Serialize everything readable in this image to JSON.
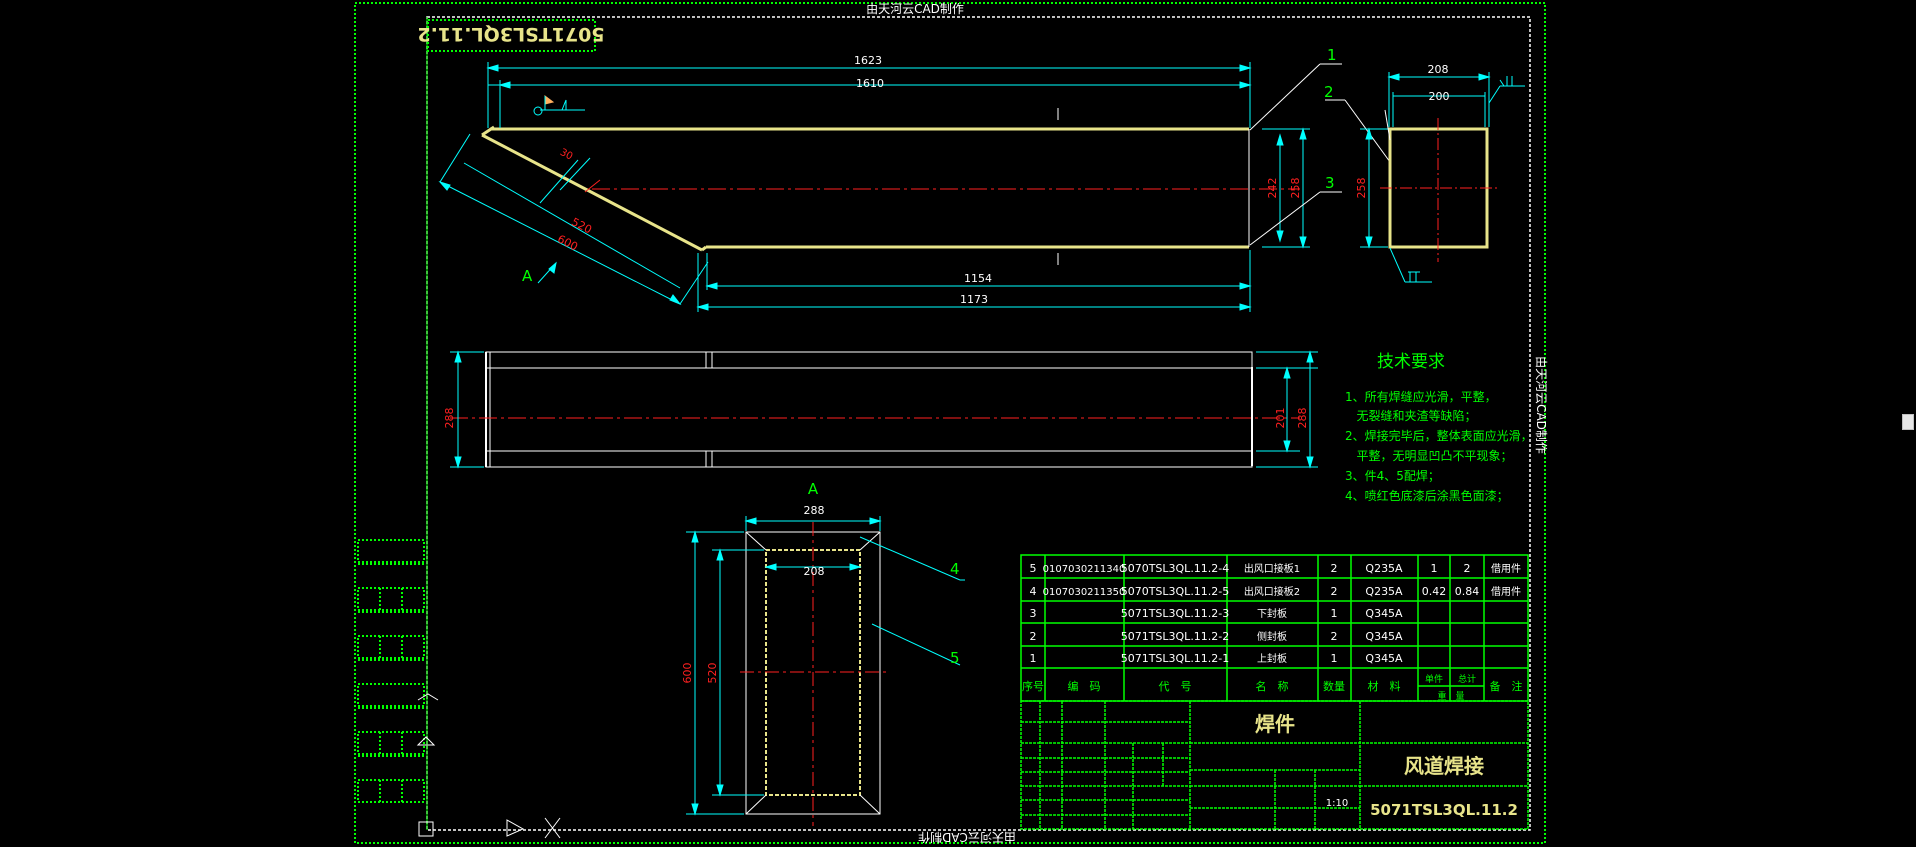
{
  "watermark": {
    "top": "由天河云CAD制作",
    "bottom": "由天河云CAD制作",
    "right": "由天河云CAD制作"
  },
  "drawing_no": "5071TSL3QL.11.2",
  "dims": {
    "top_1623": "1623",
    "top_1610": "1610",
    "d30": "30",
    "d520": "520",
    "d600": "600",
    "view_a_arrow": "A",
    "d1154": "1154",
    "d1173": "1173",
    "d242": "242",
    "d258": "258",
    "side_208": "208",
    "side_200": "200",
    "side_258": "258",
    "bottom_left_288": "288",
    "bottom_right_201": "201",
    "bottom_right_288": "288",
    "view_a_title": "A",
    "va_288": "288",
    "va_208": "208",
    "va_600": "600",
    "va_520": "520"
  },
  "balloons": {
    "b1": "1",
    "b2": "2",
    "b3": "3",
    "b4": "4",
    "b5": "5"
  },
  "tech_req": {
    "title": "技术要求",
    "lines": [
      "1、所有焊缝应光滑，平整，",
      "   无裂缝和夹渣等缺陷；",
      "2、焊接完毕后，整体表面应光滑，",
      "   平整，无明显凹凸不平现象；",
      "3、件4、5配焊；",
      "4、喷红色底漆后涂黑色面漆；"
    ]
  },
  "bom": {
    "rows": [
      {
        "no": "5",
        "code": "0107030211340",
        "part": "5070TSL3QL.11.2-4",
        "name": "出风口接板1",
        "qty": "2",
        "mat": "Q235A",
        "w1": "1",
        "w2": "2",
        "note": "借用件"
      },
      {
        "no": "4",
        "code": "0107030211350",
        "part": "5070TSL3QL.11.2-5",
        "name": "出风口接板2",
        "qty": "2",
        "mat": "Q235A",
        "w1": "0.42",
        "w2": "0.84",
        "note": "借用件"
      },
      {
        "no": "3",
        "code": "",
        "part": "5071TSL3QL.11.2-3",
        "name": "下封板",
        "qty": "1",
        "mat": "Q345A",
        "w1": "",
        "w2": "",
        "note": ""
      },
      {
        "no": "2",
        "code": "",
        "part": "5071TSL3QL.11.2-2",
        "name": "侧封板",
        "qty": "2",
        "mat": "Q345A",
        "w1": "",
        "w2": "",
        "note": ""
      },
      {
        "no": "1",
        "code": "",
        "part": "5071TSL3QL.11.2-1",
        "name": "上封板",
        "qty": "1",
        "mat": "Q345A",
        "w1": "",
        "w2": "",
        "note": ""
      }
    ],
    "header": {
      "no": "序号",
      "code": "编　码",
      "part": "代　号",
      "name": "名　称",
      "qty": "数量",
      "mat": "材　料",
      "w1": "单件",
      "w2": "总计",
      "weight": "重　量",
      "note": "备　注"
    }
  },
  "title_block": {
    "assembly": "焊件",
    "name": "风道焊接",
    "drawing_no": "5071TSL3QL.11.2",
    "ratio_hint": "1:10"
  },
  "colors": {
    "frame": "#00ff00",
    "dim": "#00ffff",
    "dim_text_red": "#ff2020",
    "part": "#e8e48a",
    "center": "#ff2020",
    "white": "#ffffff",
    "bg": "#000000"
  }
}
